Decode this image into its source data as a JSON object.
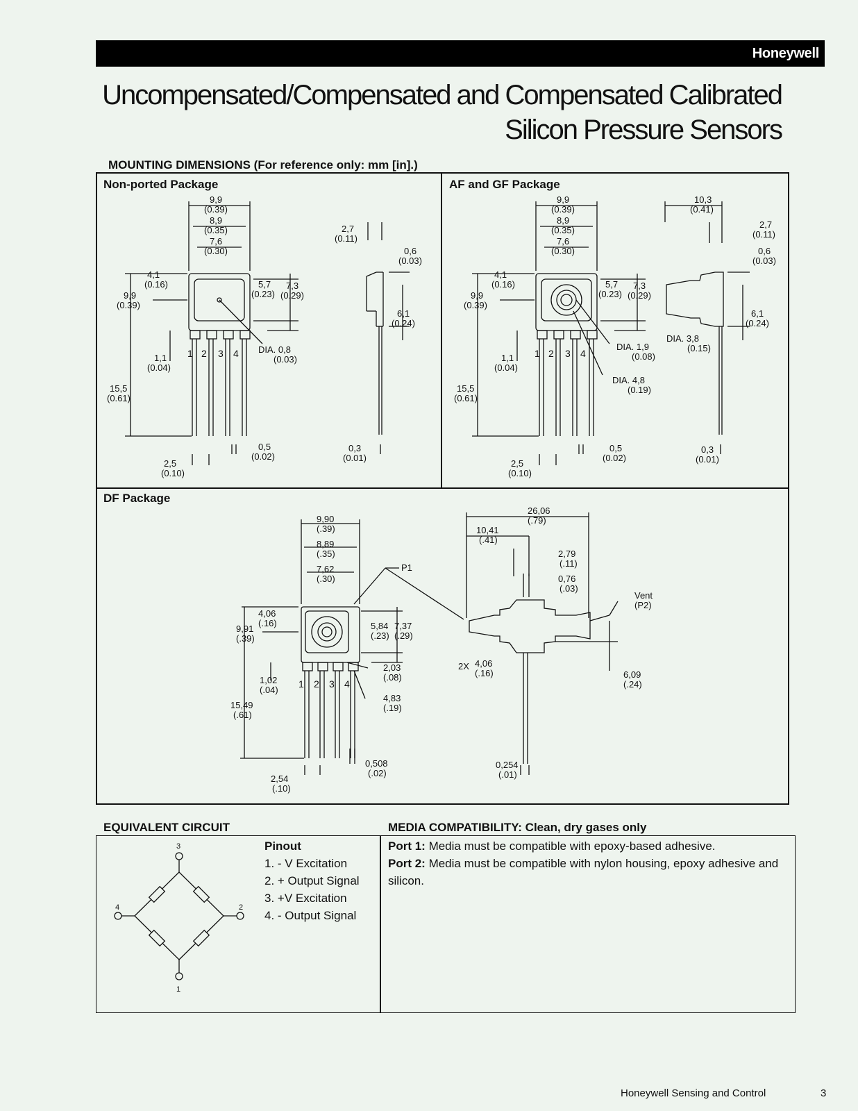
{
  "header": {
    "brand": "Honeywell"
  },
  "title": {
    "line1": "Uncompensated/Compensated and Compensated Calibrated",
    "line2": "Silicon Pressure Sensors"
  },
  "mounting": {
    "heading": "MOUNTING DIMENSIONS (For reference only: mm [in].)"
  },
  "nonported": {
    "title": "Non-ported Package",
    "labels": [
      "9,9",
      "(0.39)",
      "8,9",
      "(0.35)",
      "7,6",
      "(0.30)",
      "4,1",
      "(0.16)",
      "9,9",
      "(0.39)",
      "5,7",
      "(0.23)",
      "7,3",
      "(0.29)",
      "1,1",
      "(0.04)",
      "DIA. 0,8",
      "(0.03)",
      "15,5",
      "(0.61)",
      "0,5",
      "(0.02)",
      "2,5",
      "(0.10)",
      "2,7",
      "(0.11)",
      "0,6",
      "(0.03)",
      "6,1",
      "(0.24)",
      "0,3",
      "(0.01)"
    ],
    "pins": [
      "1",
      "2",
      "3",
      "4"
    ]
  },
  "afgf": {
    "title": "AF and GF Package",
    "labels": [
      "9,9",
      "(0.39)",
      "8,9",
      "(0.35)",
      "7,6",
      "(0.30)",
      "4,1",
      "(0.16)",
      "9,9",
      "(0.39)",
      "5,7",
      "(0.23)",
      "7,3",
      "(0.29)",
      "1,1",
      "(0.04)",
      "DIA. 1,9",
      "(0.08)",
      "DIA. 4,8",
      "(0.19)",
      "15,5",
      "(0.61)",
      "0,5",
      "(0.02)",
      "2,5",
      "(0.10)",
      "10,3",
      "(0.41)",
      "2,7",
      "(0.11)",
      "0,6",
      "(0.03)",
      "DIA. 3,8",
      "(0.15)",
      "6,1",
      "(0.24)",
      "0,3",
      "(0.01)"
    ],
    "pins": [
      "1",
      "2",
      "3",
      "4"
    ]
  },
  "df": {
    "title": "DF Package",
    "labels": [
      "9,90",
      "(.39)",
      "8,89",
      "(.35)",
      "7,62",
      "(.30)",
      "P1",
      "4,06",
      "(.16)",
      "9,91",
      "(.39)",
      "5,84",
      "(.23)",
      "7,37",
      "(.29)",
      "1,02",
      "(.04)",
      "2,03",
      "(.08)",
      "4,83",
      "(.19)",
      "15,49",
      "(.61)",
      "0,508",
      "(.02)",
      "2,54",
      "(.10)",
      "26,06",
      "(.79)",
      "10,41",
      "(.41)",
      "2,79",
      "(.11)",
      "0,76",
      "(.03)",
      "Vent",
      "(P2)",
      "2X",
      "4,06",
      "(.16)",
      "6,09",
      "(.24)",
      "0,254",
      "(.01)"
    ],
    "pins": [
      "1",
      "2",
      "3",
      "4"
    ]
  },
  "circuit": {
    "heading": "EQUIVALENT CIRCUIT",
    "nodes": [
      "3",
      "4",
      "2",
      "1"
    ],
    "pinout_title": "Pinout",
    "pinout": [
      "1. - V Excitation",
      "2. + Output Signal",
      "3. +V Excitation",
      "4. - Output Signal"
    ]
  },
  "media": {
    "heading": "MEDIA COMPATIBILITY: Clean, dry gases only",
    "port1_label": "Port 1:",
    "port1_text": " Media must be compatible with epoxy-based adhesive.",
    "port2_label": "Port 2:",
    "port2_text": " Media must be compatible with nylon housing, epoxy adhesive and silicon."
  },
  "footer": {
    "company": "Honeywell Sensing and Control",
    "page": "3"
  }
}
